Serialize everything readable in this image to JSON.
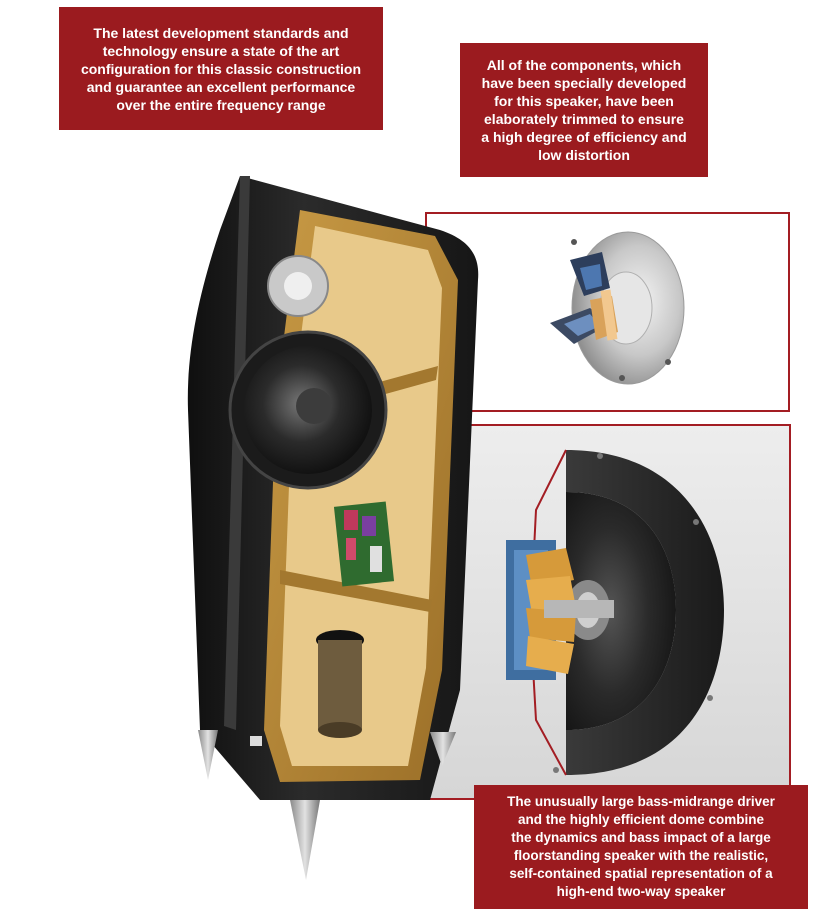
{
  "callouts": {
    "design": {
      "lines": [
        "The latest development standards and",
        "technology ensure a state of the art",
        "configuration for this classic construction",
        "and guarantee an excellent performance",
        "over the entire frequency range"
      ]
    },
    "components": {
      "lines": [
        "All of the components, which",
        "have been specially developed",
        "for this speaker, have been",
        "elaborately trimmed to ensure",
        "a high degree of efficiency and",
        "low distortion"
      ]
    },
    "driver": {
      "lines": [
        "The unusually large bass-midrange driver",
        "and the highly efficient dome combine",
        "the dynamics and bass impact of a large",
        "floorstanding speaker with the realistic,",
        "self-contained spatial representation of a",
        "high-end two-way speaker"
      ]
    }
  },
  "colors": {
    "callout_background": "#9b1b1f",
    "callout_text": "#ffffff",
    "frame_border": "#a31d23",
    "cabinet_black": "#1c1c1c",
    "cabinet_wood": "#c89a45"
  },
  "images": {
    "speaker": "speaker-cutaway-illustration",
    "tweeter": "tweeter-dome-cutaway",
    "woofer": "bass-midrange-driver-cutaway"
  }
}
